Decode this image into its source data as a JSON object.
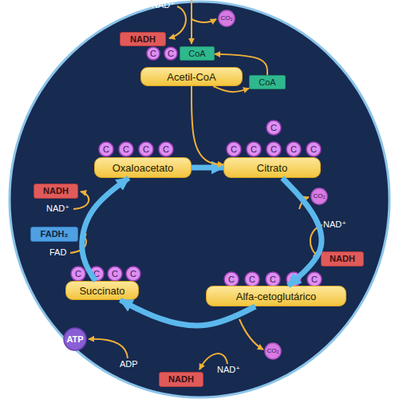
{
  "diagram": {
    "nodes": [
      {
        "text": [
          "NADH"
        ]
      },
      {
        "text": [
          "CO₂"
        ]
      },
      {
        "text": [
          "C"
        ]
      },
      {
        "text": [
          "C"
        ]
      },
      {
        "text": [
          "CoA"
        ]
      },
      {
        "text": [
          "Acetil-CoA"
        ]
      },
      {
        "text": [
          "CoA"
        ]
      },
      {
        "text": [
          "C"
        ]
      },
      {
        "text": [
          "C"
        ]
      },
      {
        "text": [
          "C"
        ]
      },
      {
        "text": [
          "C"
        ]
      },
      {
        "text": [
          "C"
        ]
      },
      {
        "text": [
          "Oxaloacetato"
        ]
      },
      {
        "text": [
          "C"
        ]
      },
      {
        "text": [
          "C"
        ]
      },
      {
        "text": [
          "C"
        ]
      },
      {
        "text": [
          "C"
        ]
      },
      {
        "text": [
          "C"
        ]
      },
      {
        "text": [
          "Citrato"
        ]
      },
      {
        "text": [
          "NADH"
        ]
      },
      {
        "text": [
          "CO₂"
        ]
      },
      {
        "text": [
          "NADH"
        ]
      },
      {
        "text": [
          "FADH₂"
        ]
      },
      {
        "text": [
          "C"
        ]
      },
      {
        "text": [
          "C"
        ]
      },
      {
        "text": [
          "C"
        ]
      },
      {
        "text": [
          "C"
        ]
      },
      {
        "text": [
          "Succinato"
        ]
      },
      {
        "text": [
          "C"
        ]
      },
      {
        "text": [
          "C"
        ]
      },
      {
        "text": [
          "C"
        ]
      },
      {
        "text": [
          "C"
        ]
      },
      {
        "text": [
          "C"
        ]
      },
      {
        "text": [
          "Alfa-cetoglutárico"
        ]
      },
      {
        "text": [
          "ATP"
        ]
      },
      {
        "text": [
          "CO₂"
        ]
      },
      {
        "text": [
          "NADH"
        ]
      }
    ],
    "edges": [
      {
        "from": 12,
        "to": 18,
        "arrow": "to"
      },
      {
        "from": 18,
        "to": 33,
        "arrow": "to"
      },
      {
        "from": 33,
        "to": 27,
        "arrow": "to"
      },
      {
        "from": 27,
        "to": 12,
        "arrow": "to"
      },
      {
        "from": 5,
        "to": 18,
        "arrow": "to"
      },
      {
        "from": 5,
        "to": 6,
        "arrow": "to"
      },
      {
        "from": 6,
        "to": 4,
        "arrow": "to"
      }
    ],
    "labels": [
      "NAD⁺",
      "NAD⁺",
      "NAD⁺",
      "FAD",
      "ADP",
      "NAD⁺"
    ]
  }
}
